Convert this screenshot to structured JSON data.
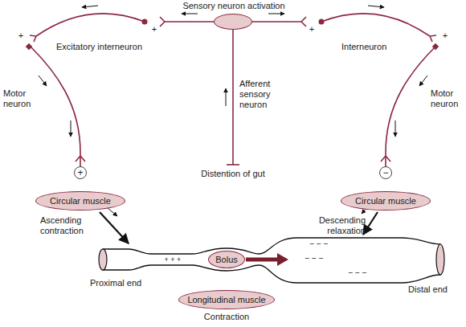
{
  "diagram": {
    "nodes": [
      {
        "text": [
          "Sensory neuron activation"
        ]
      },
      {
        "text": [
          "+"
        ]
      },
      {
        "text": [
          "−"
        ]
      },
      {
        "text": [
          "Circular muscle"
        ]
      },
      {
        "text": [
          "Circular muscle"
        ]
      },
      {
        "text": [
          "Bolus"
        ]
      },
      {
        "text": [
          "Longitudinal muscle"
        ]
      }
    ],
    "edges": [
      {
        "from": 0,
        "to": 1,
        "arrow": "none"
      },
      {
        "from": 0,
        "to": 2,
        "arrow": "none"
      }
    ],
    "labels": [
      "Excitatory interneuron",
      "Interneuron",
      "+",
      "+",
      "+",
      "+",
      "Motor neuron",
      "Motor neuron",
      "Afferent sensory neuron",
      "Distention of gut",
      "Ascending contraction",
      "Descending relaxation",
      "+ + +",
      "− − −",
      "− − −",
      "− − −",
      "Proximal end",
      "Distal end",
      "Contraction"
    ]
  }
}
